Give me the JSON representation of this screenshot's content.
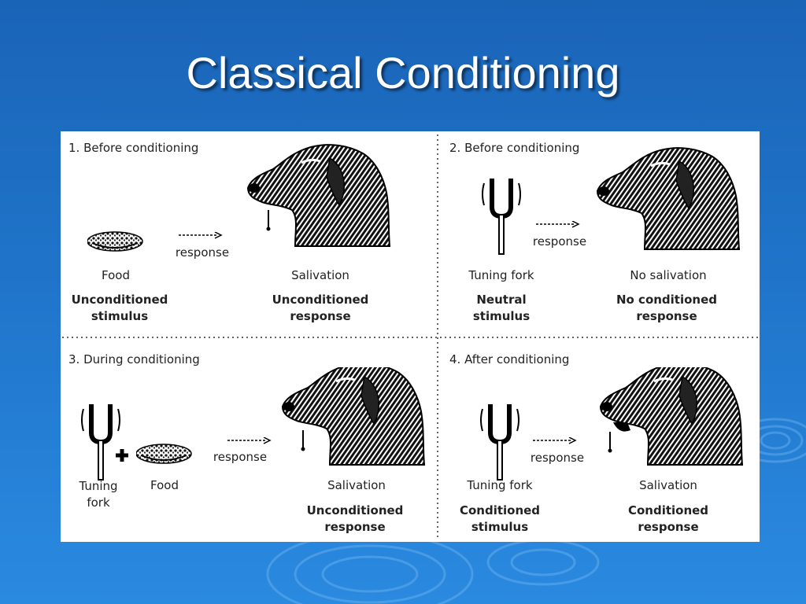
{
  "slide": {
    "title": "Classical Conditioning"
  },
  "panels": [
    {
      "heading": "1. Before conditioning",
      "arrow_label": "response",
      "left_label": "Food",
      "left_bold": "Unconditioned\nstimulus",
      "right_label": "Salivation",
      "right_bold": "Unconditioned\nresponse"
    },
    {
      "heading": "2. Before conditioning",
      "arrow_label": "response",
      "left_label": "Tuning fork",
      "left_bold": "Neutral\nstimulus",
      "right_label": "No salivation",
      "right_bold": "No conditioned\nresponse"
    },
    {
      "heading": "3. During conditioning",
      "arrow_label": "response",
      "left_label": "Tuning\nfork",
      "mid_label": "Food",
      "right_label": "Salivation",
      "right_bold": "Unconditioned\nresponse"
    },
    {
      "heading": "4. After conditioning",
      "arrow_label": "response",
      "left_label": "Tuning fork",
      "left_bold": "Conditioned\nstimulus",
      "right_label": "Salivation",
      "right_bold": "Conditioned\nresponse"
    }
  ],
  "icons": {
    "dog": "dog-head-icon",
    "food": "food-bowl-icon",
    "fork": "tuning-fork-icon",
    "plus": "plus-icon",
    "arrow": "arrow-icon"
  }
}
